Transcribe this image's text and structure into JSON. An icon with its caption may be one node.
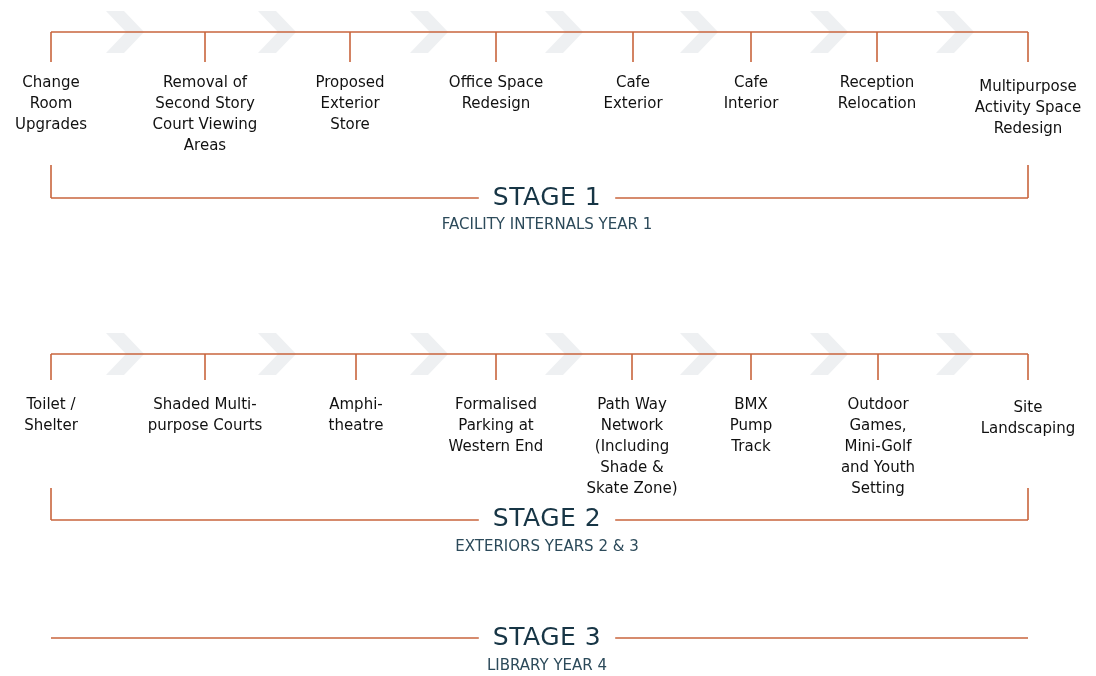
{
  "diagram": {
    "labels": [
      "Change Room Upgrades",
      "Removal of Second Story Court Viewing Areas",
      "Proposed Exterior Store",
      "Office Space Redesign",
      "Cafe Exterior",
      "Cafe Interior",
      "Reception Relocation",
      "Multipurpose Activity Space Redesign",
      "STAGE 1",
      "FACILITY INTERNALS YEAR 1",
      "Toilet / Shelter",
      "Shaded Multi-purpose Courts",
      "Amphi- theatre",
      "Formalised Parking at Western End",
      "Path Way Network (Including Shade & Skate Zone)",
      "BMX Pump Track",
      "Outdoor Games, Mini-Golf and Youth Setting",
      "Site Landscaping",
      "STAGE 2",
      "EXTERIORS YEARS 2 & 3",
      "STAGE 3",
      "LIBRARY YEAR 4"
    ]
  }
}
